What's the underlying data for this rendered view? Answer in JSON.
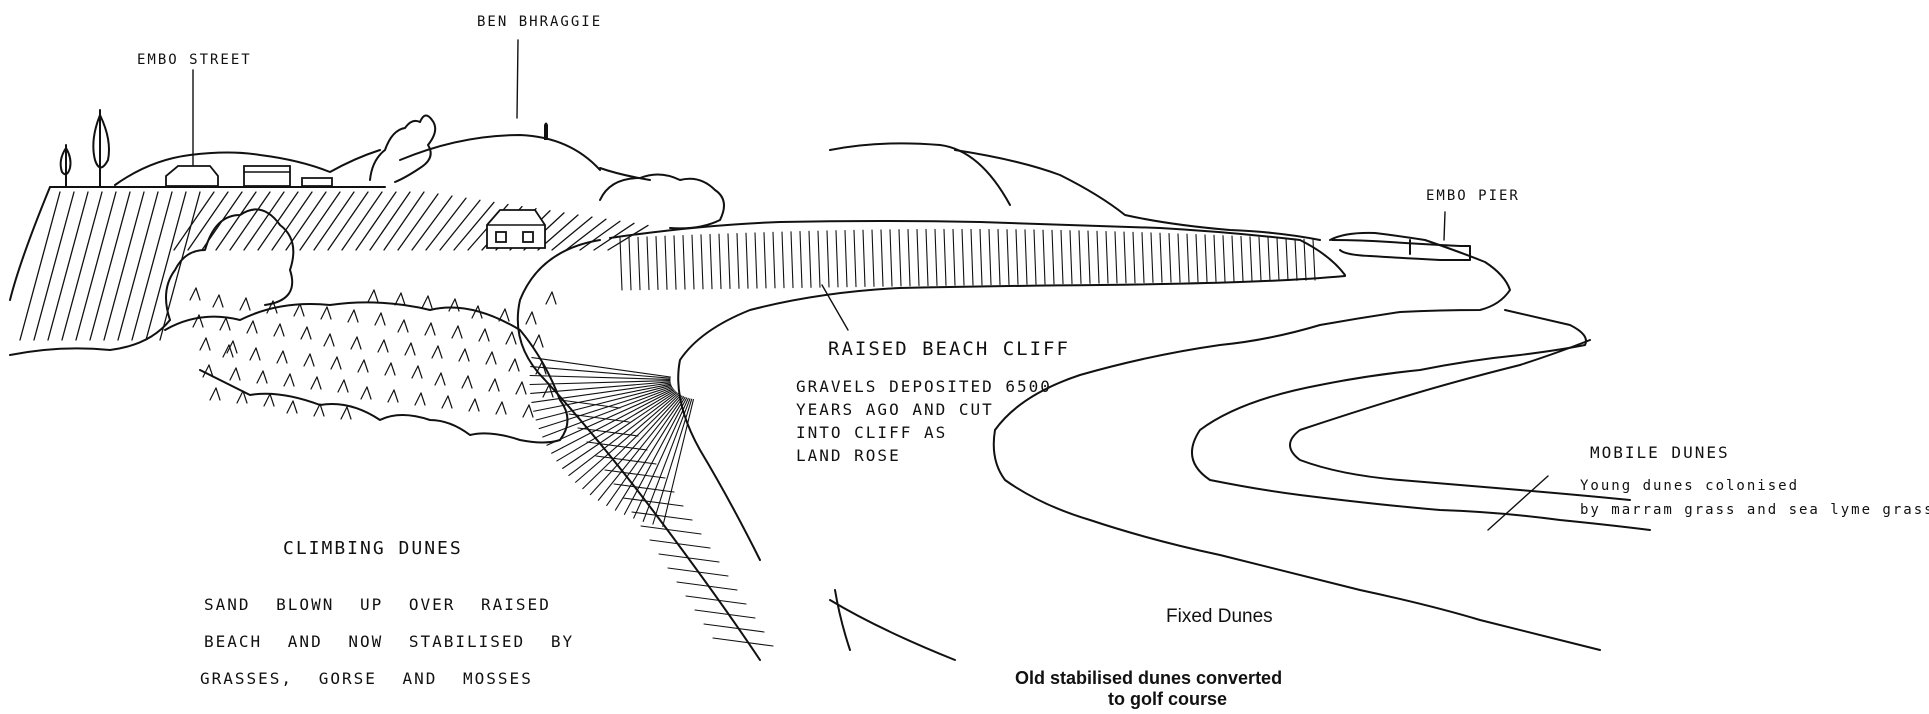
{
  "labels": {
    "ben_bhraggie": "BEN BHRAGGIE",
    "embo_street": "EMBO STREET",
    "embo_pier": "EMBO PIER",
    "raised_beach_cliff": {
      "title": "RAISED BEACH CLIFF",
      "line1": "GRAVELS DEPOSITED 6500",
      "line2": "YEARS AGO AND CUT",
      "line3": "INTO CLIFF AS",
      "line4": "LAND ROSE"
    },
    "mobile_dunes": {
      "title": "MOBILE DUNES",
      "line1": "Young dunes colonised",
      "line2": "by marram grass and sea lyme grass"
    },
    "climbing_dunes": {
      "title": "CLIMBING DUNES",
      "line1": "SAND BLOWN UP OVER RAISED",
      "line2": "BEACH AND NOW STABILISED BY",
      "line3": "GRASSES, GORSE AND MOSSES"
    },
    "fixed_dunes": {
      "title": "Fixed Dunes",
      "line1": "Old stabilised dunes converted",
      "line2": "to golf course"
    }
  }
}
